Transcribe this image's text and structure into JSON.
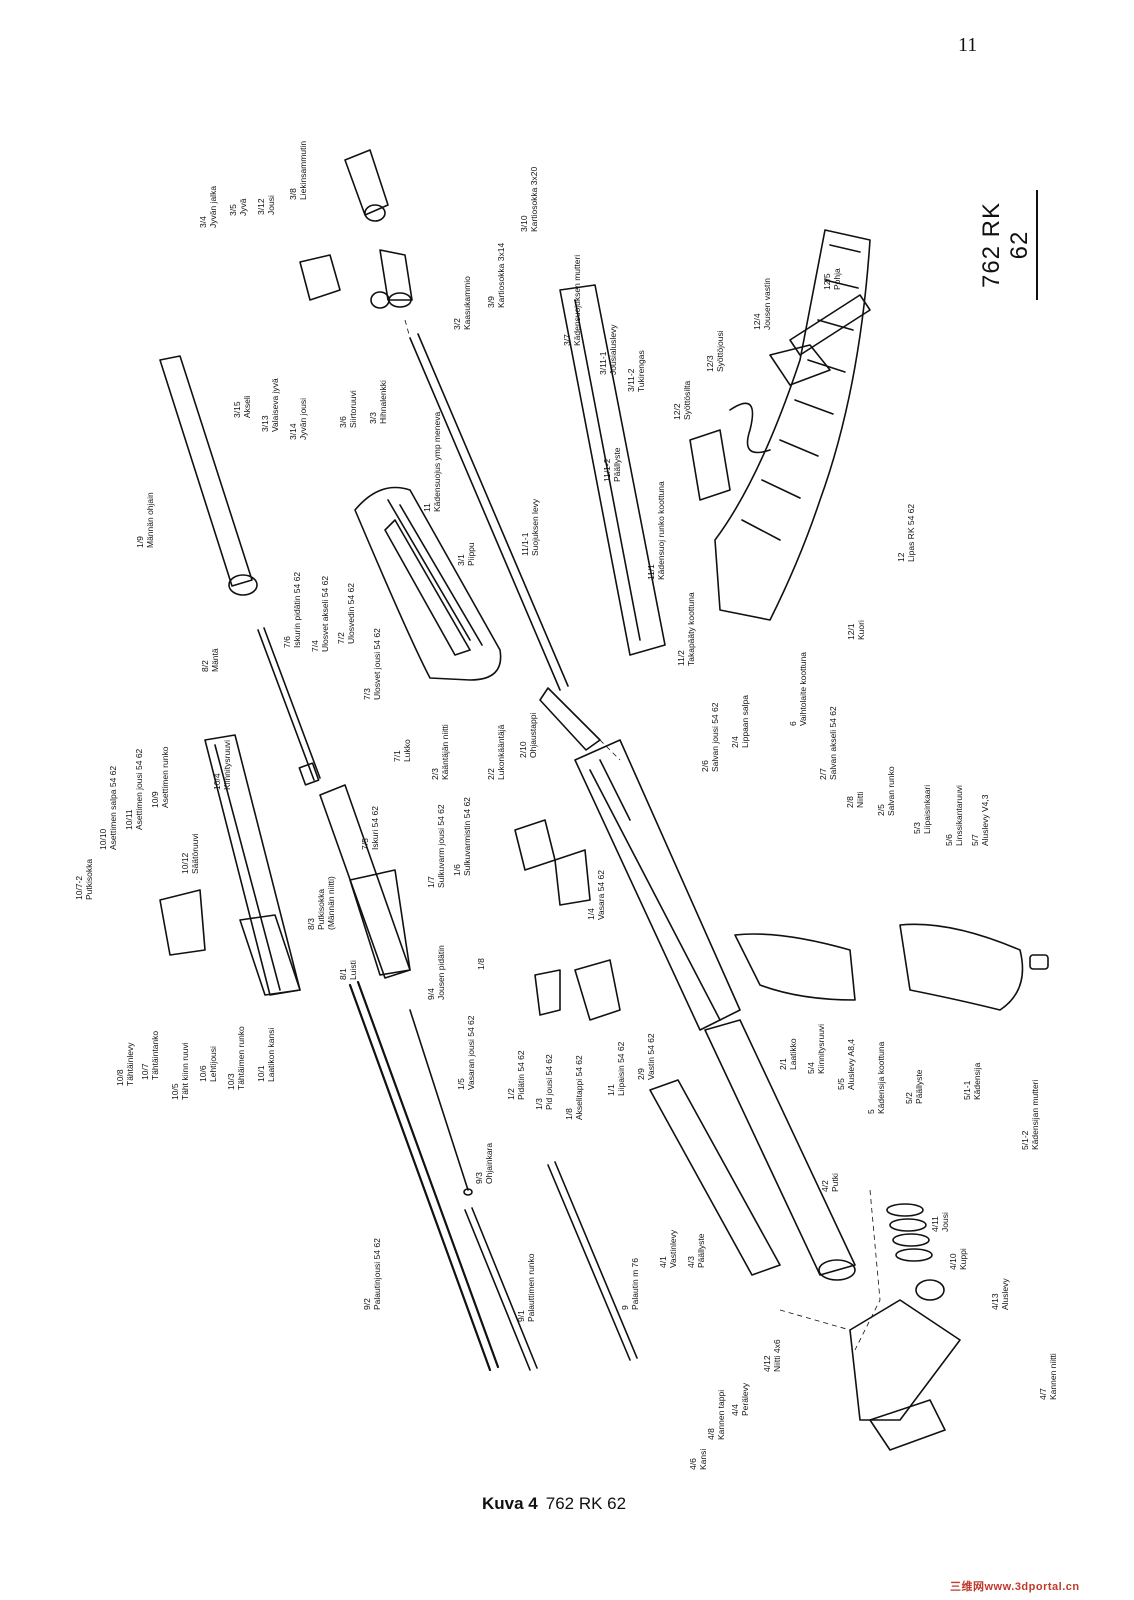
{
  "page_number": "11",
  "side_title": "762 RK 62",
  "caption": {
    "figure": "Kuva 4",
    "text": "762 RK 62"
  },
  "watermark": "三维网www.3dportal.cn",
  "labels": {
    "l3_4": [
      "3/4",
      "Jyvän jalka"
    ],
    "l3_5": [
      "3/5",
      "Jyvä"
    ],
    "l3_12": [
      "3/12",
      "Jousi"
    ],
    "l3_8": [
      "3/8",
      "Liekinsammutin"
    ],
    "l3_10": [
      "3/10",
      "Kartiosokka 3x20"
    ],
    "l3_9": [
      "3/9",
      "Kartiosokka 3x14"
    ],
    "l3_2": [
      "3/2",
      "Kaasukammio"
    ],
    "l3_7": [
      "3/7",
      "Kädensuojuksen mutteri"
    ],
    "l3_11_1": [
      "3/11-1",
      "Jousialuslevy"
    ],
    "l3_11_2": [
      "3/11-2",
      "Tukirengas"
    ],
    "l12_5": [
      "12/5",
      "Pohja"
    ],
    "l12_4": [
      "12/4",
      "Jousen vastin"
    ],
    "l12_3": [
      "12/3",
      "Syöttöjousi"
    ],
    "l12_2": [
      "12/2",
      "Syöttösilta"
    ],
    "l3_15": [
      "3/15",
      "Akseli"
    ],
    "l3_13": [
      "3/13",
      "Valaiseva jyvä"
    ],
    "l3_14": [
      "3/14",
      "Jyvän jousi"
    ],
    "l3_6": [
      "3/6",
      "Siirtoruuvi"
    ],
    "l3_3": [
      "3/3",
      "Hihnalenkki"
    ],
    "l11": [
      "11",
      "Kädensuojus ymp meneva"
    ],
    "l11_1_2": [
      "11/1-2",
      "Päällyste"
    ],
    "l11_1_1": [
      "11/1-1",
      "Suojuksen levy"
    ],
    "l11_1": [
      "11/1",
      "Kädensuoj runko koottuna"
    ],
    "l12": [
      "12",
      "Lipas RK 54 62"
    ],
    "l1_9": [
      "1/9",
      "Männän ohjain"
    ],
    "l3_1": [
      "3/1",
      "Piippu"
    ],
    "l11_2": [
      "11/2",
      "Takapääty koottuna"
    ],
    "l12_1": [
      "12/1",
      "Kuori"
    ],
    "l7_6": [
      "7/6",
      "Iskurin pidätin 54 62"
    ],
    "l7_4": [
      "7/4",
      "Ulosvet akseli 54 62"
    ],
    "l7_2": [
      "7/2",
      "Ulosvedin 54 62"
    ],
    "l7_3": [
      "7/3",
      "Ulosvet jousi 54 62"
    ],
    "l8_2": [
      "8/2",
      "Mäntä"
    ],
    "l7_1": [
      "7/1",
      "Lukko"
    ],
    "l6": [
      "6",
      "Vaihtolaite koottuna"
    ],
    "l2_3": [
      "2/3",
      "Kääntäjän niitti"
    ],
    "l2_2": [
      "2/2",
      "Lukonkääntäjä"
    ],
    "l2_10": [
      "2/10",
      "Ohjaustappi"
    ],
    "l2_6": [
      "2/6",
      "Salvan jousi 54 62"
    ],
    "l2_4": [
      "2/4",
      "Lippaan salpa"
    ],
    "l2_7": [
      "2/7",
      "Salvan akseli 54 62"
    ],
    "l2_8": [
      "2/8",
      "Niitti"
    ],
    "l2_5": [
      "2/5",
      "Salvan runko"
    ],
    "l5_3": [
      "5/3",
      "Liipaisinkaari"
    ],
    "l5_6": [
      "5/6",
      "Linssikantaruuvi"
    ],
    "l5_7": [
      "5/7",
      "Aluslevy V4,3"
    ],
    "l10_10": [
      "10/10",
      "Asettimen salpa 54 62"
    ],
    "l10_11": [
      "10/11",
      "Asettimen jousi 54 62"
    ],
    "l10_9": [
      "10/9",
      "Asettimen runko"
    ],
    "l10_4": [
      "10/4",
      "Kiinnitysruuvi"
    ],
    "l10_7_2": [
      "10/7-2",
      "Putkisokka"
    ],
    "l10_12": [
      "10/12",
      "Säätöruuvi"
    ],
    "l7_5": [
      "7/5",
      "Iskuri 54 62"
    ],
    "l1_7": [
      "1/7",
      "Sulkuvarm jousi 54 62"
    ],
    "l1_6": [
      "1/6",
      "Sulkuvarmistin 54 62"
    ],
    "l8_3": [
      "8/3",
      "Putkisokka",
      "(Männän niitti)"
    ],
    "l1_4": [
      "1/4",
      "Vasara 54 62"
    ],
    "l10_8": [
      "10/8",
      "Tähtäinlevy"
    ],
    "l10_7": [
      "10/7",
      "Tähtäintanko"
    ],
    "l10_5": [
      "10/5",
      "Täht kiinn ruuvi"
    ],
    "l10_6": [
      "10/6",
      "Lehtijousi"
    ],
    "l10_3": [
      "10/3",
      "Tähtäimen runko"
    ],
    "l10_1": [
      "10/1",
      "Laatikon kansi"
    ],
    "l8_1": [
      "8/1",
      "Luisti"
    ],
    "l9_4": [
      "9/4",
      "Jousen pidätin"
    ],
    "l1_8": [
      "1/8",
      ""
    ],
    "l1_5": [
      "1/5",
      "Vasaran jousi 54 62"
    ],
    "l1_2": [
      "1/2",
      "Pidätin 54 62"
    ],
    "l1_3": [
      "1/3",
      "Pid jousi 54 62"
    ],
    "l1_8b": [
      "1/8",
      "Akselitappi 54 62"
    ],
    "l1_1": [
      "1/1",
      "Liipaisin 54 62"
    ],
    "l2_9": [
      "2/9",
      "Vastin 54 62"
    ],
    "l2_1": [
      "2/1",
      "Laatikko"
    ],
    "l5_4": [
      "5/4",
      "Kiinnitysruuvi"
    ],
    "l5_5": [
      "5/5",
      "Aluslevy A8,4"
    ],
    "l5": [
      "5",
      "Kädensija koottuna"
    ],
    "l5_2": [
      "5/2",
      "Päällyste"
    ],
    "l5_1_1": [
      "5/1-1",
      "Kädensija"
    ],
    "l5_1_2": [
      "5/1-2",
      "Kädensijan mutteri"
    ],
    "l9_3": [
      "9/3",
      "Ohjainkara"
    ],
    "l4_2": [
      "4/2",
      "Putki"
    ],
    "l4_11": [
      "4/11",
      "Jousi"
    ],
    "l4_10": [
      "4/10",
      "Kuppi"
    ],
    "l9_2": [
      "9/2",
      "Palautinjousi 54 62"
    ],
    "l9_1": [
      "9/1",
      "Palauttimen runko"
    ],
    "l9": [
      "9",
      "Palautin m 76"
    ],
    "l4_1": [
      "4/1",
      "Vastinlevy"
    ],
    "l4_3": [
      "4/3",
      "Päällyste"
    ],
    "l4_12": [
      "4/12",
      "Niitti 4x6"
    ],
    "l4_13": [
      "4/13",
      "Aluslevy"
    ],
    "l4_4": [
      "4/4",
      "Perälevy"
    ],
    "l4_8": [
      "4/8",
      "Kannen tappi"
    ],
    "l4_7": [
      "4/7",
      "Kannen niitti"
    ],
    "l4_6": [
      "4/6",
      "Kansi"
    ]
  }
}
